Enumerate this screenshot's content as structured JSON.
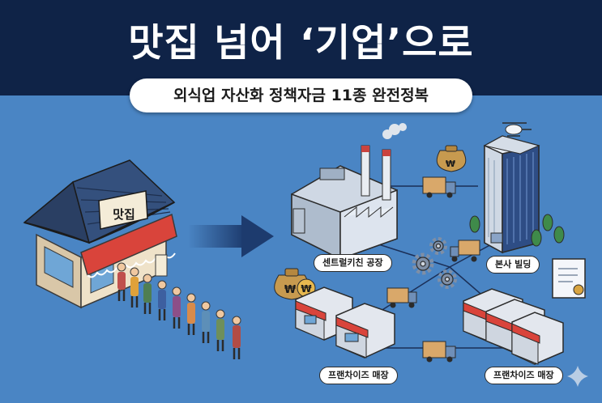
{
  "title": "맛집 넘어 ‘기업’으로",
  "subtitle": "외식업 자산화 정책자금 11종 완전정복",
  "shop_sign": "맛집",
  "labels": {
    "central_kitchen": "센트럴키친 공장",
    "headquarters": "본사 빌딩",
    "franchise_left": "프랜차이즈 매장",
    "franchise_right": "프랜차이즈 매장"
  },
  "colors": {
    "background": "#4a85c4",
    "banner": "#0f2347",
    "awning_red": "#d9443b",
    "building_glass": "#2e4d85"
  },
  "icons": [
    "arrow-right-icon",
    "money-bag-icon",
    "won-coin-icon",
    "truck-icon",
    "gear-icon",
    "document-icon",
    "sparkle-icon",
    "helicopter-icon"
  ]
}
